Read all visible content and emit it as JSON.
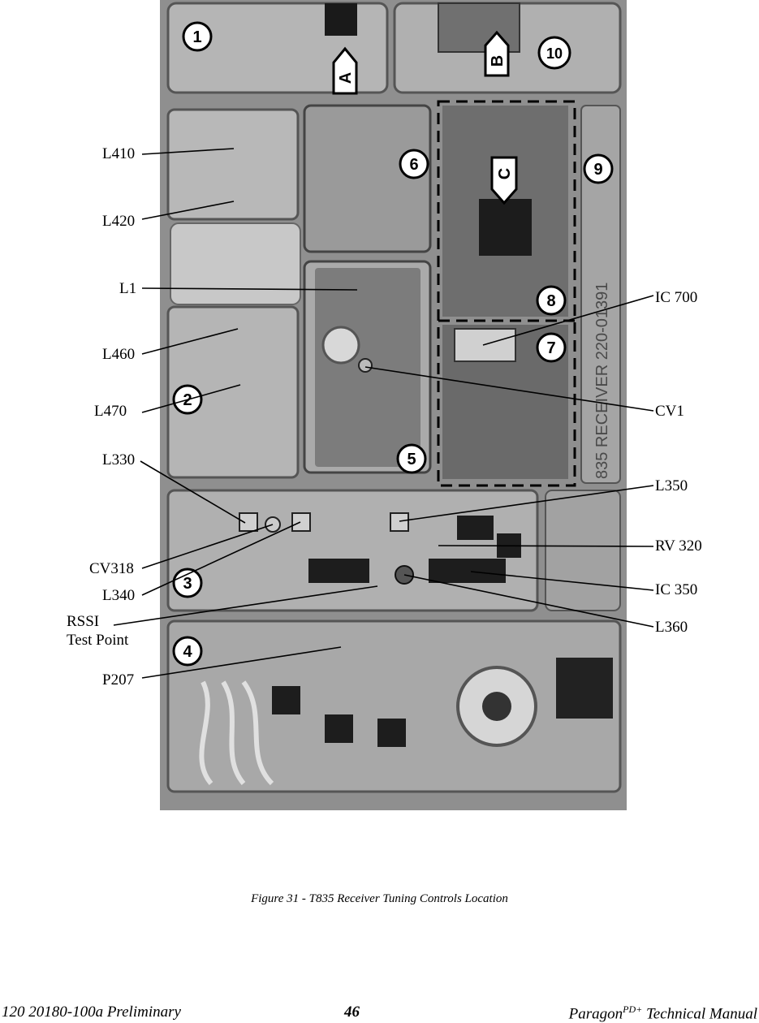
{
  "callouts_left": {
    "l410": "L410",
    "l420": "L420",
    "l1": "L1",
    "l460": "L460",
    "l470": "L470",
    "l330": "L330",
    "cv318": "CV318",
    "l340": "L340",
    "rssi_line1": "RSSI",
    "rssi_line2": "Test Point",
    "p207": "P207"
  },
  "callouts_right": {
    "ic700": "IC 700",
    "cv1": "CV1",
    "l350": "L350",
    "rv320": "RV 320",
    "ic350": "IC 350",
    "l360": "L360"
  },
  "photo_markers": {
    "arrow_a": "A",
    "arrow_b": "B",
    "arrow_c": "C",
    "section_1": "1",
    "section_2": "2",
    "section_3": "3",
    "section_4": "4",
    "section_5": "5",
    "section_6": "6",
    "section_7": "7",
    "section_8": "8",
    "section_9": "9",
    "section_10": "10"
  },
  "board_print": {
    "side_label": "835 RECEIVER 220-01391"
  },
  "caption": "Figure 31 - T835 Receiver Tuning Controls Location",
  "footer": {
    "doc_id": "120 20180-100a Preliminary",
    "page": "46",
    "manual_name": "Paragon",
    "manual_sup": "PD+",
    "manual_suffix": " Technical Manual"
  }
}
